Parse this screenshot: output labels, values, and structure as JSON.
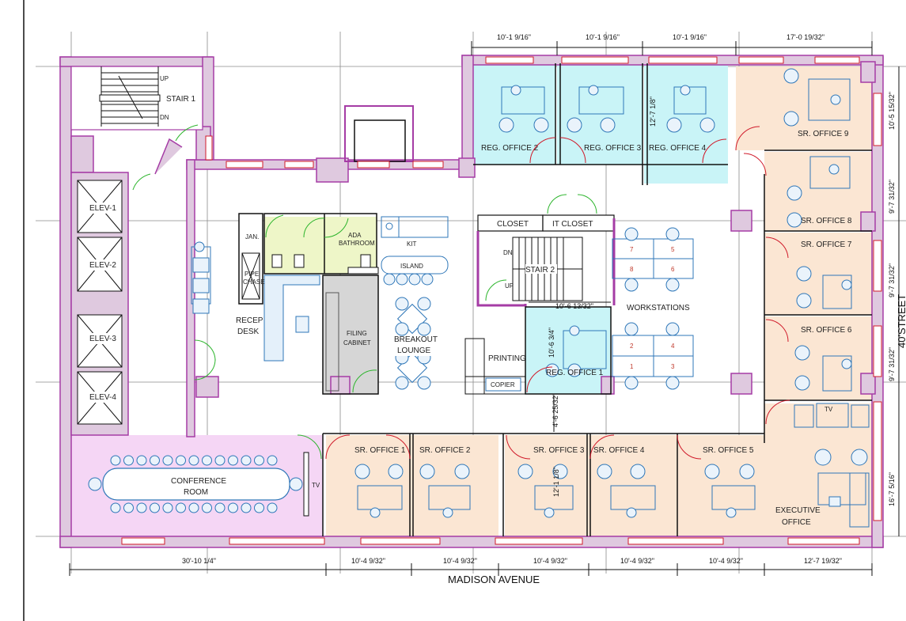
{
  "colors": {
    "wall": "#dfc9df",
    "wall_stroke": "#a53ca5",
    "sr_office": "#fbe6d3",
    "reg_office": "#c9f4f7",
    "conference": "#f5d6f5",
    "bathroom": "#eef6c8",
    "filing": "#d6d6d6",
    "furniture": "#2f77b8",
    "window": "#d01a2a",
    "door_swing": "#2db52d"
  },
  "rooms": {
    "stair1": "STAIR 1",
    "stair1_up": "UP",
    "stair1_dn": "DN",
    "elev1": "ELEV-1",
    "elev2": "ELEV-2",
    "elev3": "ELEV-3",
    "elev4": "ELEV-4",
    "reg_office_2": "REG. OFFICE 2",
    "reg_office_3": "REG. OFFICE 3",
    "reg_office_4": "REG. OFFICE 4",
    "reg_office_1": "REG. OFFICE 1",
    "sr_office_9": "SR. OFFICE 9",
    "sr_office_8": "SR. OFFICE 8",
    "sr_office_7": "SR. OFFICE 7",
    "sr_office_6": "SR. OFFICE 6",
    "sr_office_1": "SR. OFFICE 1",
    "sr_office_2": "SR. OFFICE 2",
    "sr_office_3": "SR. OFFICE 3",
    "sr_office_4": "SR. OFFICE 4",
    "sr_office_5": "SR. OFFICE 5",
    "conference_l1": "CONFERENCE",
    "conference_l2": "ROOM",
    "executive_l1": "EXECUTIVE",
    "executive_l2": "OFFICE",
    "jan": "JAN.",
    "pipe_l1": "PIPE",
    "pipe_l2": "CHASE",
    "ada_l1": "ADA",
    "ada_l2": "BATHROOM",
    "kit": "KIT",
    "island": "ISLAND",
    "breakout_l1": "BREAKOUT",
    "breakout_l2": "LOUNGE",
    "filing_l1": "FILING",
    "filing_l2": "CABINET",
    "recep_l1": "RECEP",
    "recep_l2": "DESK",
    "closet": "CLOSET",
    "it_closet": "IT CLOSET",
    "stair2": "STAIR 2",
    "stair2_dn": "DN",
    "stair2_up": "UP",
    "printing": "PRINTING",
    "copier": "COPIER",
    "workstations": "WORKSTATIONS",
    "ws_7": "7",
    "ws_5": "5",
    "ws_8": "8",
    "ws_6": "6",
    "ws_2": "2",
    "ws_4": "4",
    "ws_1": "1",
    "ws_3": "3",
    "tv_conf": "TV",
    "tv_exec": "TV"
  },
  "dimensions": {
    "top_1": "10'-1 9/16\"",
    "top_2": "10'-1 9/16\"",
    "top_3": "10'-1 9/16\"",
    "top_4": "17'-0 19/32\"",
    "bottom_1": "30'-10 1/4\"",
    "bottom_2": "10'-4 9/32\"",
    "bottom_3": "10'-4 9/32\"",
    "bottom_4": "10'-4 9/32\"",
    "bottom_5": "10'-4 9/32\"",
    "bottom_6": "10'-4 9/32\"",
    "bottom_7": "12'-7 19/32\"",
    "right_1": "10'-5 15/32\"",
    "right_2": "9'-7 31/32\"",
    "right_3": "9'-7 31/32\"",
    "right_4": "9'-7 31/32\"",
    "right_5": "16'-7 5/16\"",
    "reg4_height": "12'-7 1/8\"",
    "reg1_width": "10'-6 13/32\"",
    "reg1_height": "10'-6 3/4\"",
    "corridor_gap": "4'-6 25/32\"",
    "sr3_height": "12'-1 1/8\""
  },
  "streets": {
    "bottom": "MADISON AVENUE",
    "right": "40'STREET"
  }
}
